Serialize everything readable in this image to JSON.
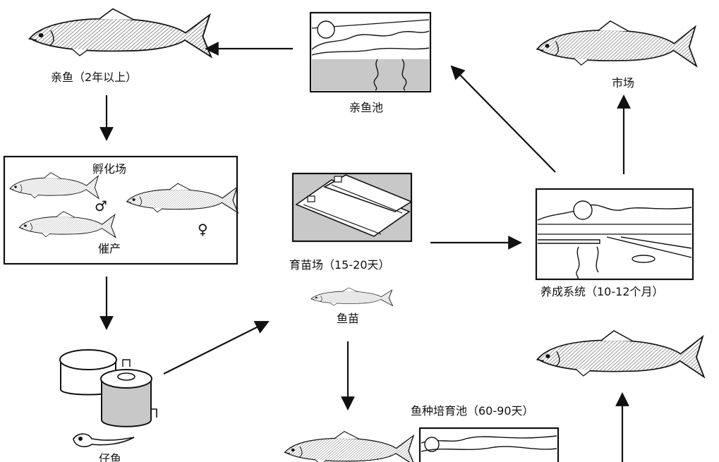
{
  "labels": {
    "broodstock": "亲鱼（2年以上）",
    "broodstock_pond": "亲鱼池",
    "market": "市场",
    "hatchery": "孵化场",
    "induced_spawning": "催产",
    "nursery": "育苗场（15-20天）",
    "fry": "鱼苗",
    "grow_out": "养成系统（10-12个月）",
    "fingerling_pond": "鱼种培育池（60-90天）",
    "larvae": "仔鱼"
  },
  "symbols": {
    "male": "♂",
    "female": "♀"
  },
  "colors": {
    "ink": "#111111",
    "pond_grey": "#c8c8c8",
    "paper": "#ffffff"
  },
  "icons": [
    "fish-icon",
    "tree-icon",
    "pond-icon",
    "tank-icon",
    "larva-icon",
    "raceway-icon",
    "arrow-icon"
  ]
}
